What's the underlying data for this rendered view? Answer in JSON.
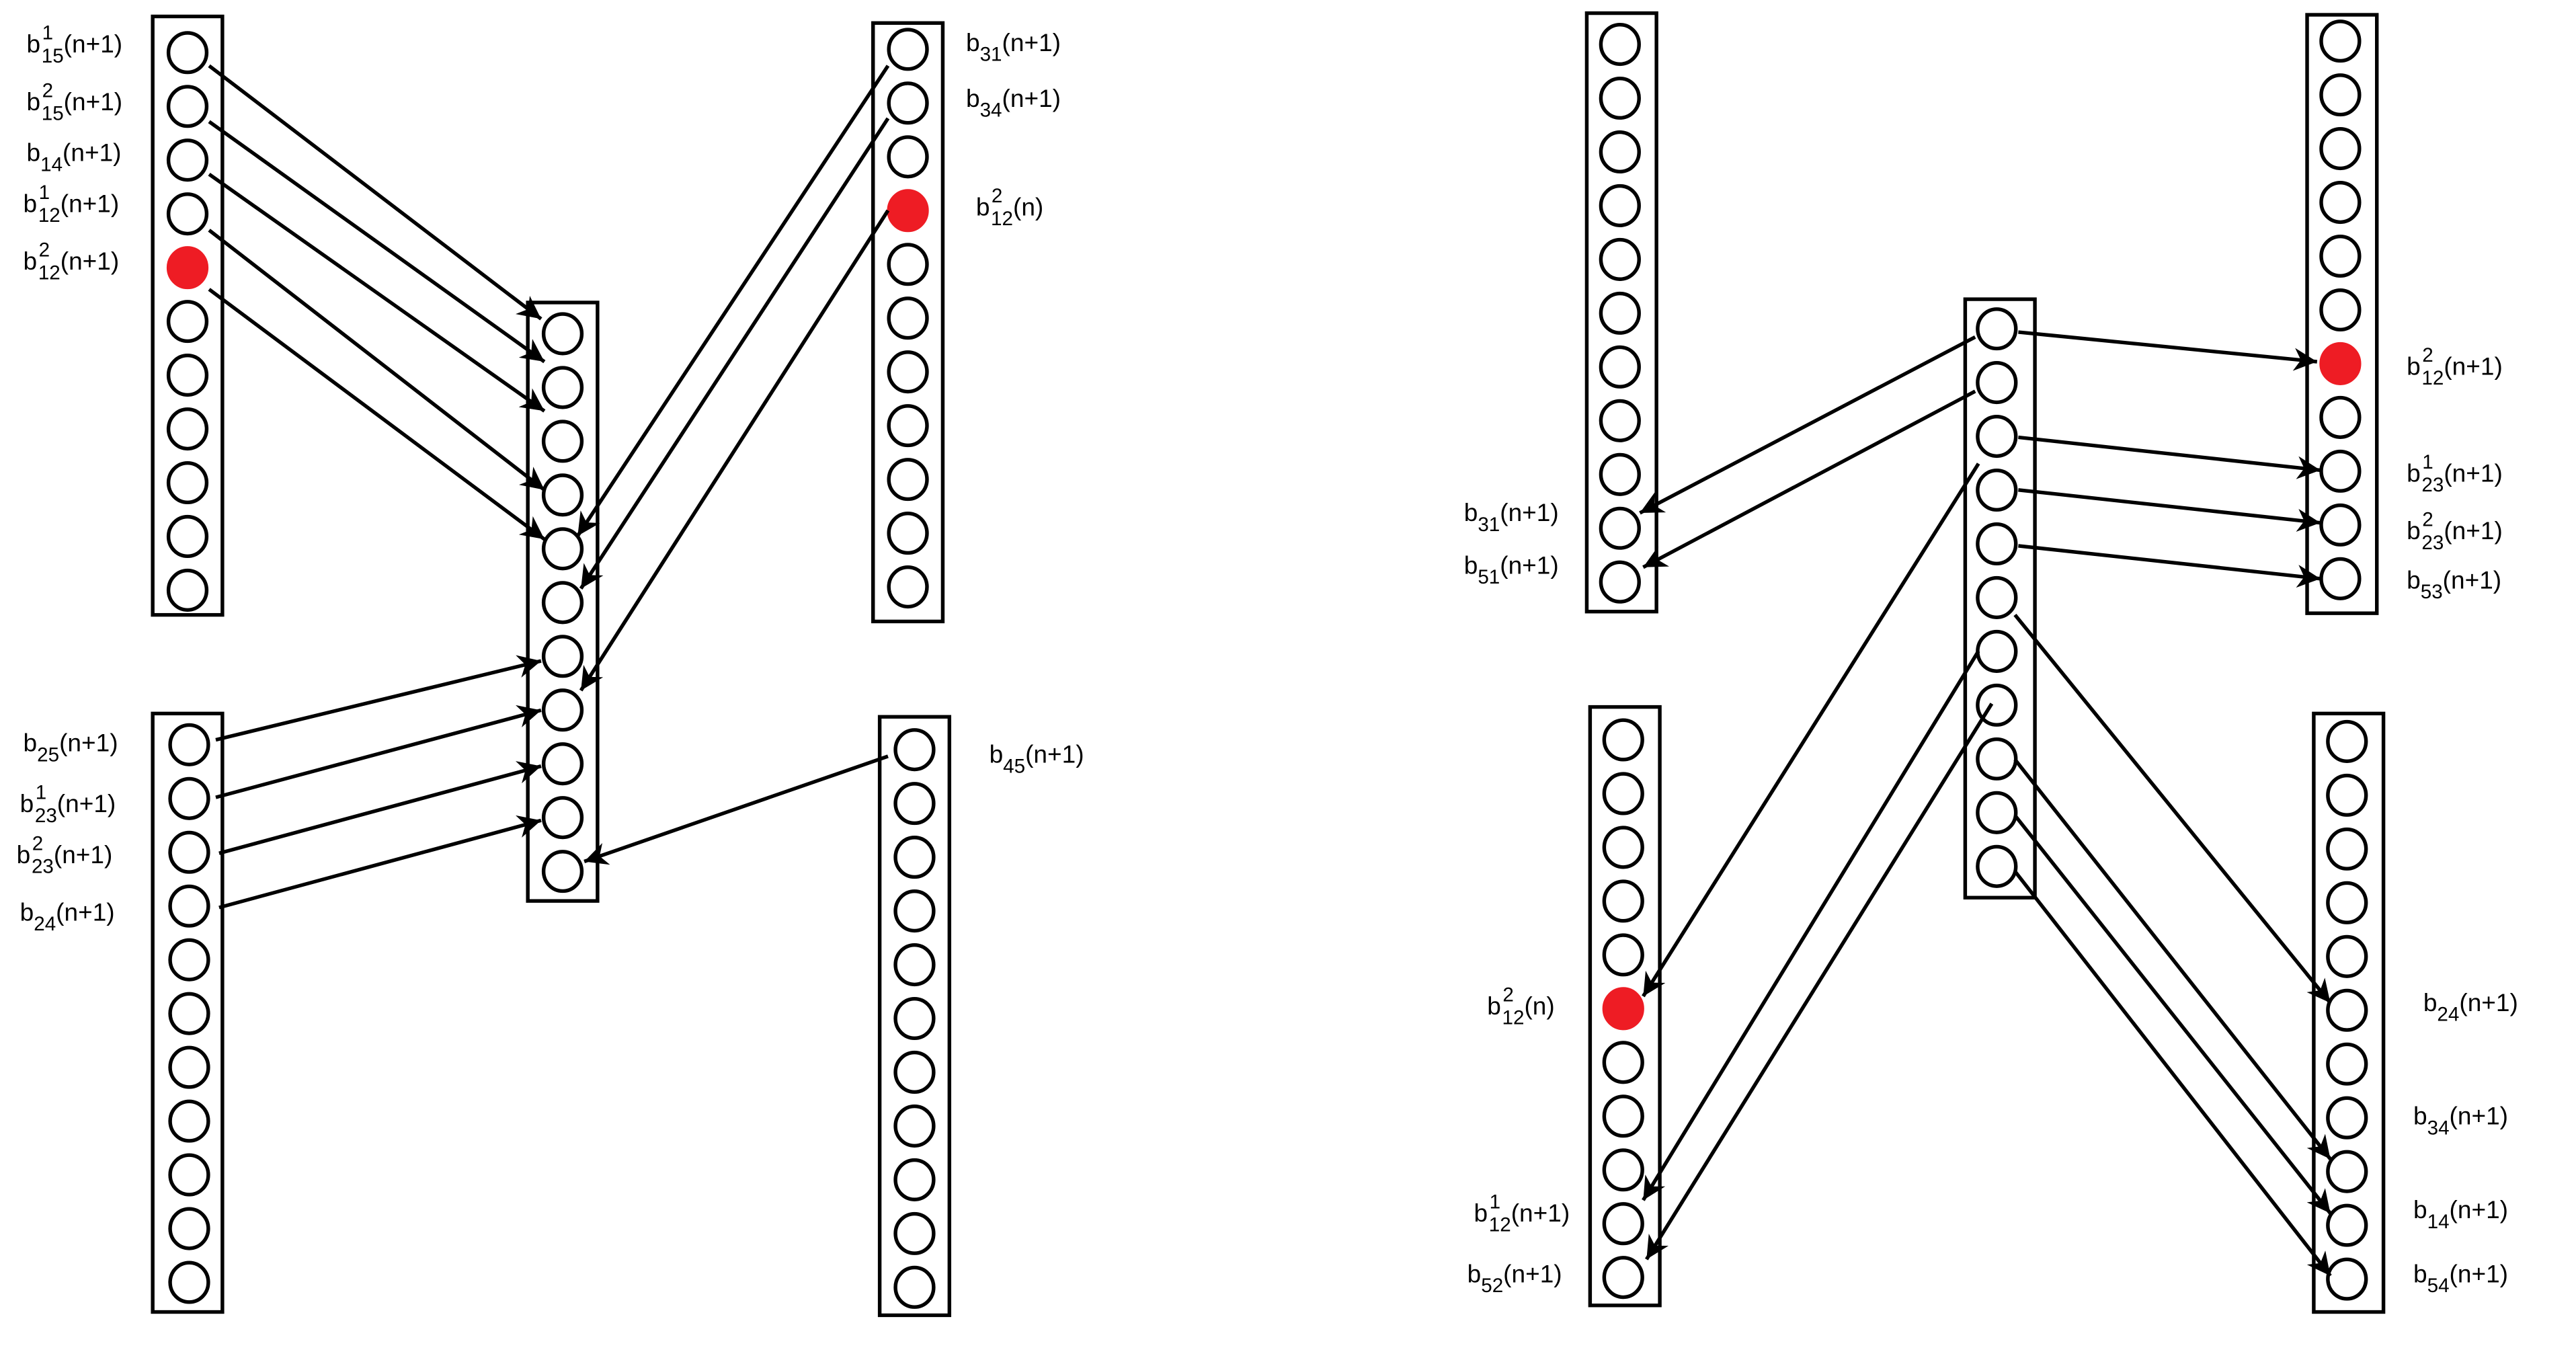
{
  "left_panel": {
    "labels": {
      "b15_1": {
        "base": "b",
        "sub": "15",
        "sup": "1",
        "arg": "(n+1)"
      },
      "b15_2": {
        "base": "b",
        "sub": "15",
        "sup": "2",
        "arg": "(n+1)"
      },
      "b14": {
        "base": "b",
        "sub": "14",
        "sup": "",
        "arg": "(n+1)"
      },
      "b12_1": {
        "base": "b",
        "sub": "12",
        "sup": "1",
        "arg": "(n+1)"
      },
      "b12_2": {
        "base": "b",
        "sub": "12",
        "sup": "2",
        "arg": "(n+1)"
      },
      "b31": {
        "base": "b",
        "sub": "31",
        "sup": "",
        "arg": "(n+1)"
      },
      "b34": {
        "base": "b",
        "sub": "34",
        "sup": "",
        "arg": "(n+1)"
      },
      "b12_2_n": {
        "base": "b",
        "sub": "12",
        "sup": "2",
        "arg": "(n)"
      },
      "b25": {
        "base": "b",
        "sub": "25",
        "sup": "",
        "arg": "(n+1)"
      },
      "b23_1": {
        "base": "b",
        "sub": "23",
        "sup": "1",
        "arg": "(n+1)"
      },
      "b23_2": {
        "base": "b",
        "sub": "23",
        "sup": "2",
        "arg": "(n+1)"
      },
      "b24": {
        "base": "b",
        "sub": "24",
        "sup": "",
        "arg": "(n+1)"
      },
      "b45": {
        "base": "b",
        "sub": "45",
        "sup": "",
        "arg": "(n+1)"
      }
    }
  },
  "right_panel": {
    "labels": {
      "b31": {
        "base": "b",
        "sub": "31",
        "sup": "",
        "arg": "(n+1)"
      },
      "b51": {
        "base": "b",
        "sub": "51",
        "sup": "",
        "arg": "(n+1)"
      },
      "b12_2": {
        "base": "b",
        "sub": "12",
        "sup": "2",
        "arg": "(n+1)"
      },
      "b23_1": {
        "base": "b",
        "sub": "23",
        "sup": "1",
        "arg": "(n+1)"
      },
      "b23_2": {
        "base": "b",
        "sub": "23",
        "sup": "2",
        "arg": "(n+1)"
      },
      "b53": {
        "base": "b",
        "sub": "53",
        "sup": "",
        "arg": "(n+1)"
      },
      "b12_2_n": {
        "base": "b",
        "sub": "12",
        "sup": "2",
        "arg": "(n)"
      },
      "b12_1": {
        "base": "b",
        "sub": "12",
        "sup": "1",
        "arg": "(n+1)"
      },
      "b52": {
        "base": "b",
        "sub": "52",
        "sup": "",
        "arg": "(n+1)"
      },
      "b24": {
        "base": "b",
        "sub": "24",
        "sup": "",
        "arg": "(n+1)"
      },
      "b34": {
        "base": "b",
        "sub": "34",
        "sup": "",
        "arg": "(n+1)"
      },
      "b14": {
        "base": "b",
        "sub": "14",
        "sup": "",
        "arg": "(n+1)"
      },
      "b54": {
        "base": "b",
        "sub": "54",
        "sup": "",
        "arg": "(n+1)"
      }
    }
  },
  "colors": {
    "highlight": "#ee1c24",
    "stroke": "#000000",
    "background": "#ffffff"
  }
}
